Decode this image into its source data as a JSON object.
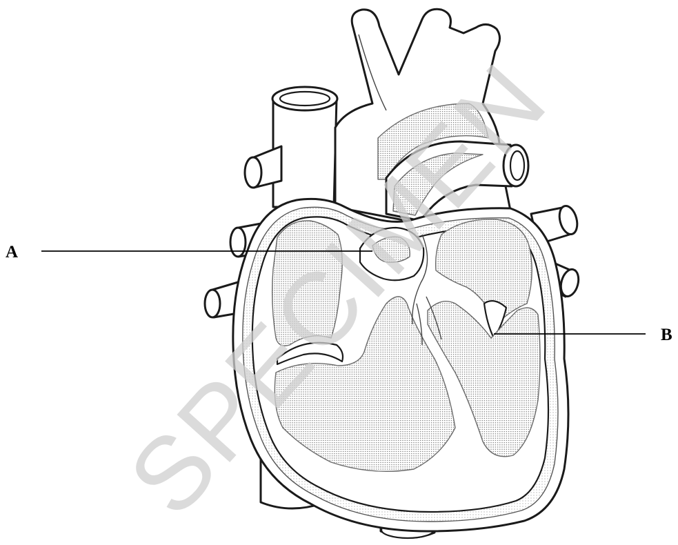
{
  "labels": {
    "a": "A",
    "b": "B"
  },
  "watermark": "SPECIMEN",
  "colors": {
    "watermark": "#cfcfcf",
    "ink": "#1a1a1a"
  }
}
